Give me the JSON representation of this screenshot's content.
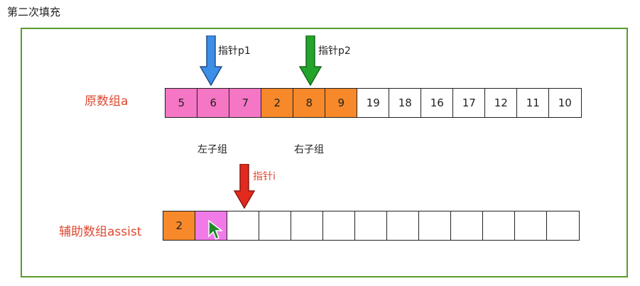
{
  "title": "第二次填充",
  "original": {
    "label": "原数组a",
    "cells": [
      {
        "value": "5",
        "fill": "#f576c4"
      },
      {
        "value": "6",
        "fill": "#f576c4"
      },
      {
        "value": "7",
        "fill": "#f576c4"
      },
      {
        "value": "2",
        "fill": "#f7892a"
      },
      {
        "value": "8",
        "fill": "#f7892a"
      },
      {
        "value": "9",
        "fill": "#f7892a"
      },
      {
        "value": "19",
        "fill": "#ffffff"
      },
      {
        "value": "18",
        "fill": "#ffffff"
      },
      {
        "value": "16",
        "fill": "#ffffff"
      },
      {
        "value": "17",
        "fill": "#ffffff"
      },
      {
        "value": "12",
        "fill": "#ffffff"
      },
      {
        "value": "11",
        "fill": "#ffffff"
      },
      {
        "value": "10",
        "fill": "#ffffff"
      }
    ]
  },
  "groups": {
    "left": "左子组",
    "right": "右子组"
  },
  "pointers": {
    "p1": {
      "label": "指针p1",
      "color": "#3d8ee6"
    },
    "p2": {
      "label": "指针p2",
      "color": "#22a52a"
    },
    "i": {
      "label": "指针i",
      "color": "#e32a1e"
    }
  },
  "assist": {
    "label": "辅助数组assist",
    "cells": [
      {
        "value": "2",
        "fill": "#f7892a"
      },
      {
        "value": "",
        "fill": "#f07ae8"
      },
      {
        "value": "",
        "fill": "#ffffff"
      },
      {
        "value": "",
        "fill": "#ffffff"
      },
      {
        "value": "",
        "fill": "#ffffff"
      },
      {
        "value": "",
        "fill": "#ffffff"
      },
      {
        "value": "",
        "fill": "#ffffff"
      },
      {
        "value": "",
        "fill": "#ffffff"
      },
      {
        "value": "",
        "fill": "#ffffff"
      },
      {
        "value": "",
        "fill": "#ffffff"
      },
      {
        "value": "",
        "fill": "#ffffff"
      },
      {
        "value": "",
        "fill": "#ffffff"
      },
      {
        "value": "",
        "fill": "#ffffff"
      }
    ]
  }
}
